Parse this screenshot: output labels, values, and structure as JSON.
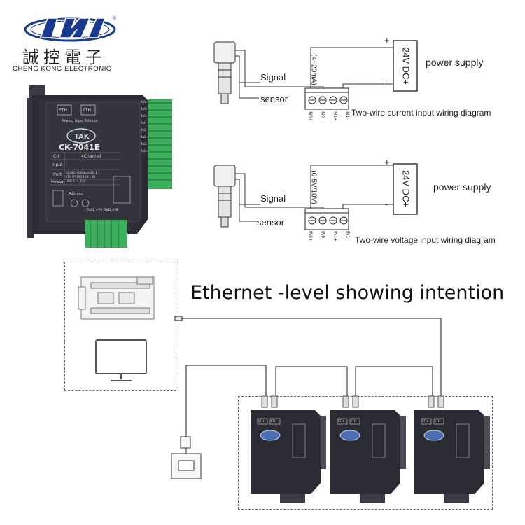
{
  "logo": {
    "chinese": "誠控電子",
    "english": "CHENG KONG ELECTRONIC",
    "mark_color": "#1a3a8f"
  },
  "product": {
    "model": "CK-7041E",
    "tagline": "Analog Input Module",
    "eth_ports": [
      "ETH",
      "ETH"
    ],
    "ch_label": "CH",
    "ch_value": "4Channel",
    "input_label": "Input",
    "port_label": "Port",
    "port_value_1": "RS485: 9600bps/8,N,1",
    "port_value_2": "ETH IP: 192.168.1.30",
    "power_label": "Power",
    "power_value": "DC 8 ~ 30V",
    "address_label": "Address",
    "terminal_labels": [
      "IN0-",
      "IN0+",
      "IN1-",
      "IN1+",
      "IN2-",
      "IN2+",
      "IN3-",
      "IN3+",
      "GND",
      "+5V",
      "GND",
      "A",
      "B"
    ],
    "terminal_color": "#3cae5c",
    "body_color": "#2a2b33"
  },
  "diagram_current": {
    "plus": "+",
    "minus": "-",
    "supply_box": "24V DC+",
    "supply_label": "power supply",
    "range": "(4~20mA)",
    "signal_label": "Signal",
    "sensor_label": "sensor",
    "terminals": [
      "IN0+",
      "IN0-",
      "IN1+",
      "IN1-"
    ],
    "caption": "Two-wire current input wiring diagram"
  },
  "diagram_voltage": {
    "plus": "+",
    "minus": "-",
    "supply_box": "24V DC+",
    "supply_label": "power supply",
    "range": "(0-5V/10V)",
    "signal_label": "Signal",
    "sensor_label": "sensor",
    "terminals": [
      "IN0+",
      "IN0-",
      "IN1+",
      "IN1-"
    ],
    "caption": "Two-wire voltage input wiring diagram"
  },
  "network": {
    "title": "Ethernet -level showing intention",
    "device_ports": [
      "ETH",
      "ETH"
    ]
  }
}
